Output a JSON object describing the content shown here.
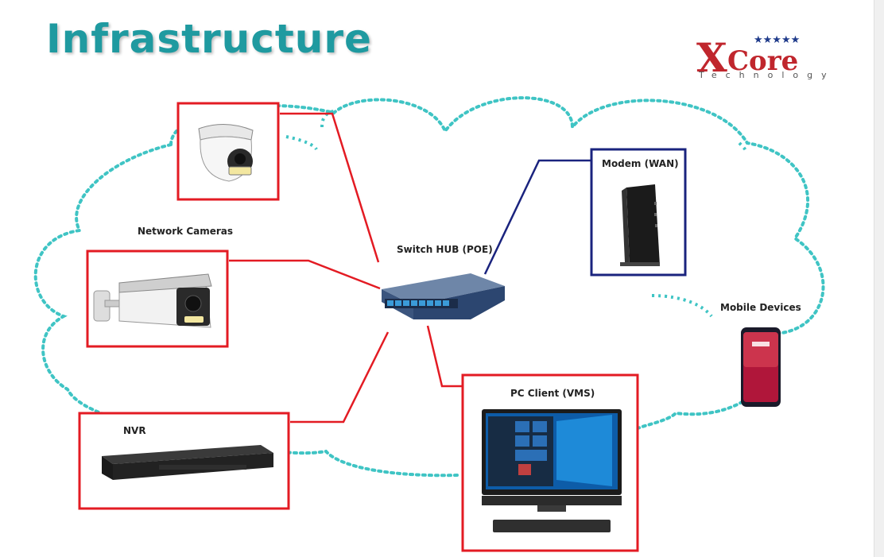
{
  "slide": {
    "title": "Infrastructure",
    "logo": {
      "letter": "X",
      "word": "Core",
      "sub": "Technology",
      "stars": "★★★★★",
      "color": "#c0262d",
      "star_color": "#1e3a8a"
    }
  },
  "labels": {
    "cameras": "Network Cameras",
    "switch": "Switch HUB (POE)",
    "modem": "Modem (WAN)",
    "mobile": "Mobile Devices",
    "pc": "PC Client (VMS)",
    "nvr": "NVR"
  },
  "colors": {
    "title": "#1f9aa0",
    "cloud": "#3fc4c4",
    "link_red": "#e31b23",
    "link_blue": "#1a237e"
  }
}
